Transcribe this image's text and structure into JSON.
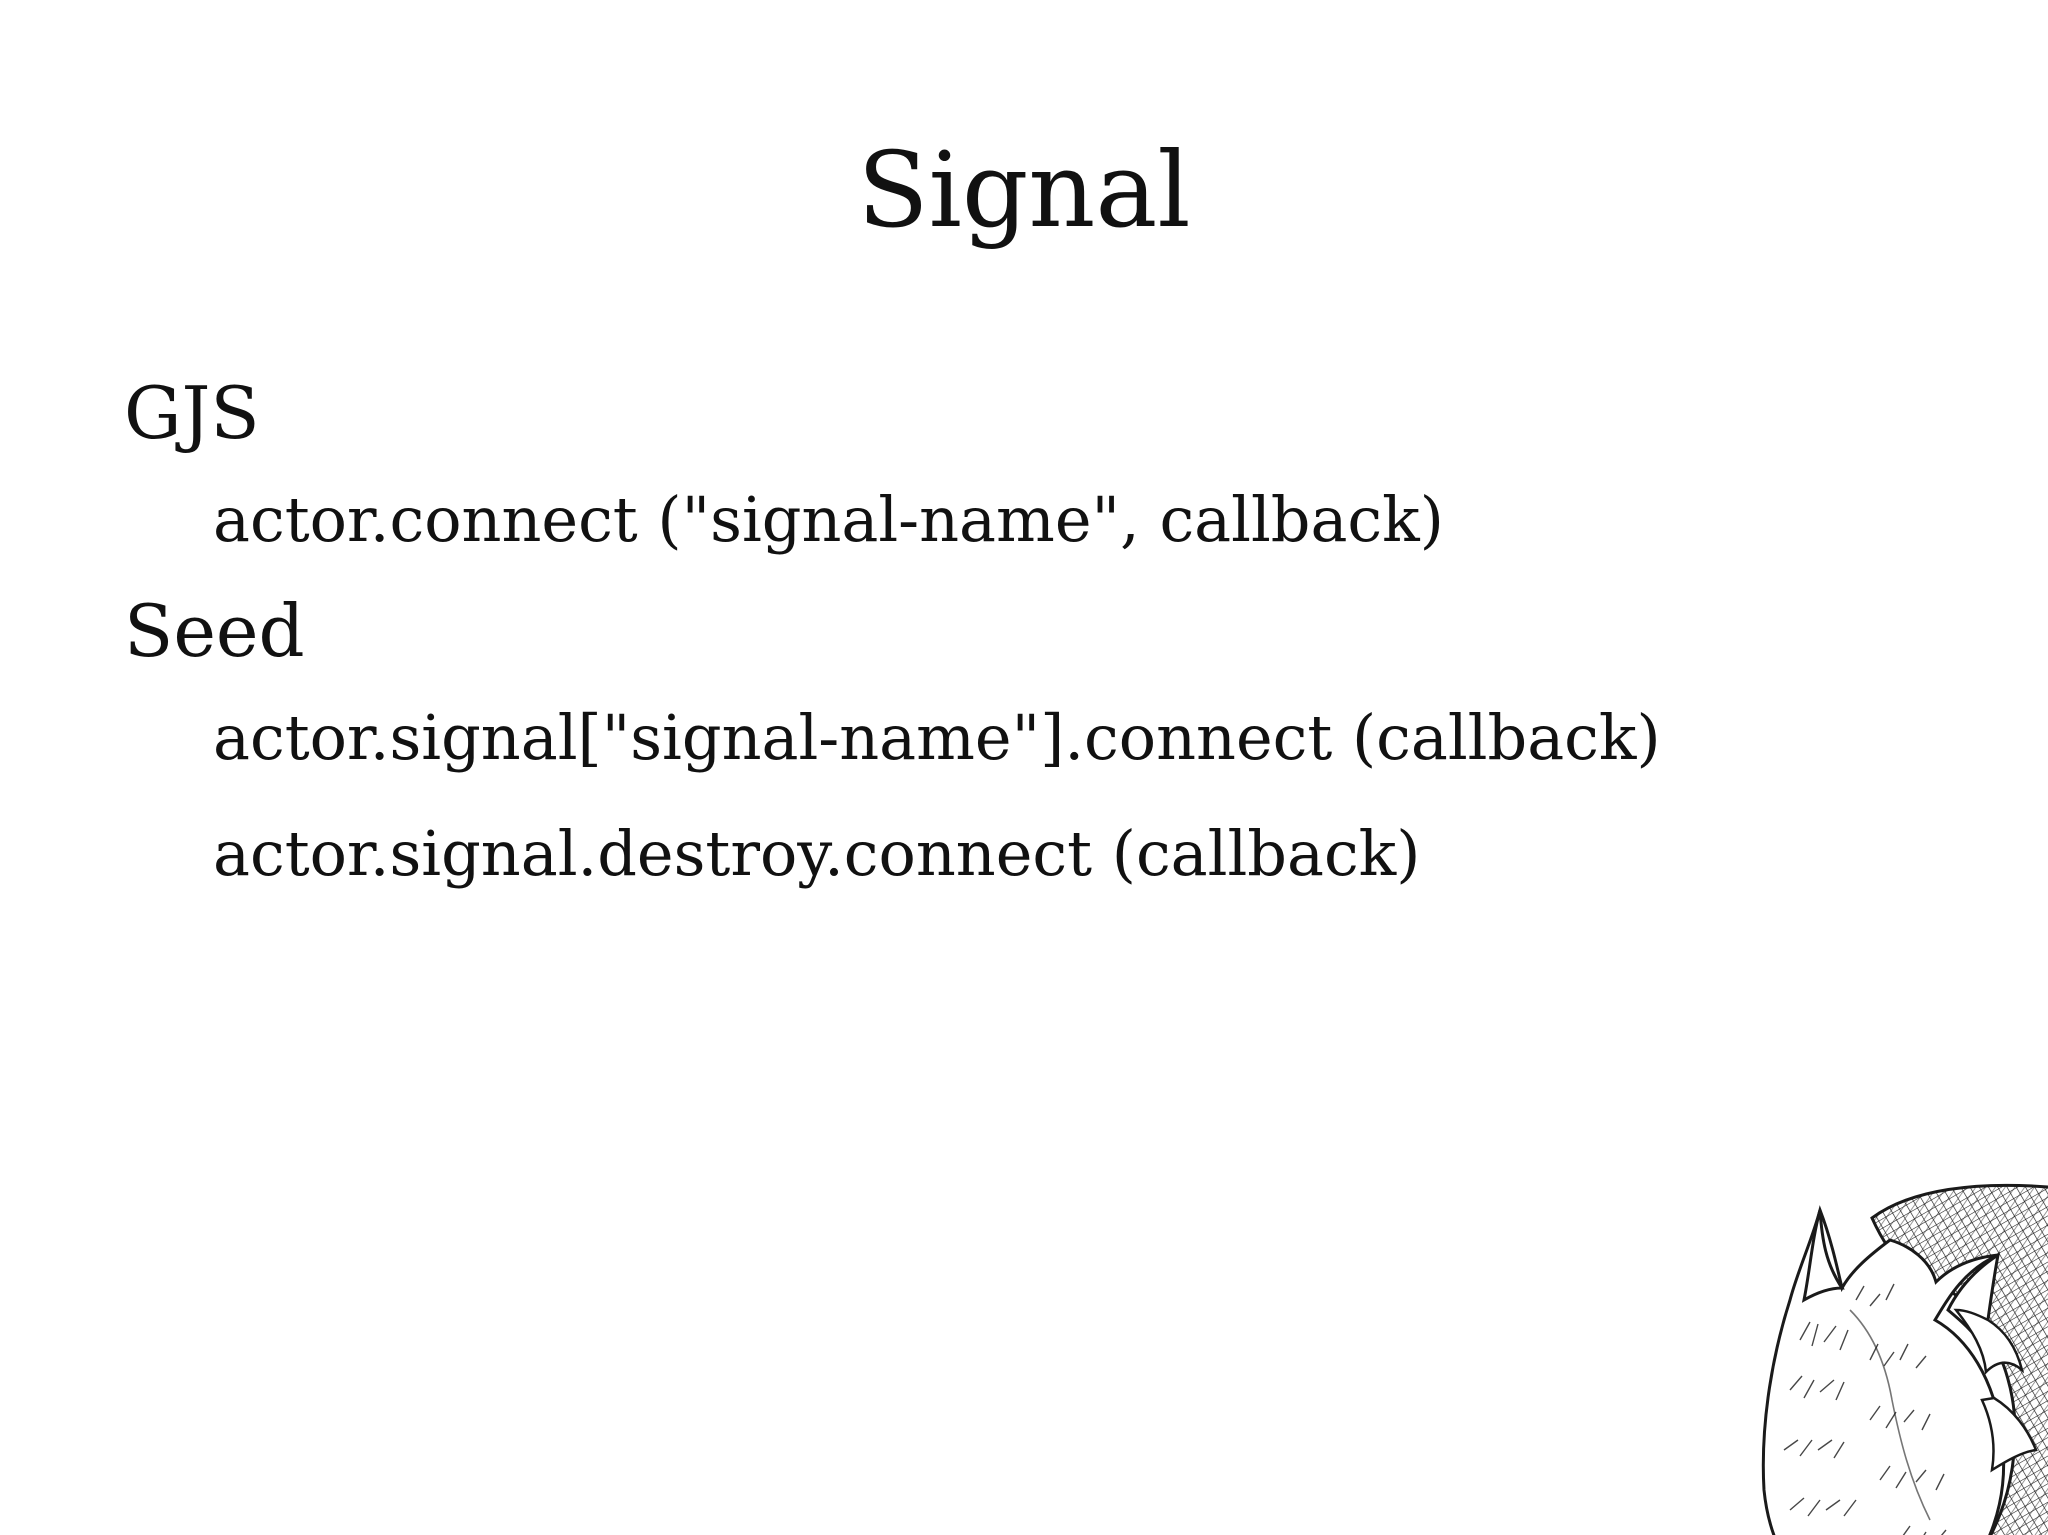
{
  "slide": {
    "title": "Signal",
    "sections": [
      {
        "heading": "GJS",
        "lines": [
          "actor.connect (\"signal-name\", callback)"
        ]
      },
      {
        "heading": "Seed",
        "lines": [
          "actor.signal[\"signal-name\"].connect (callback)",
          "actor.signal.destroy.connect (callback)"
        ]
      }
    ]
  },
  "decoration": {
    "icon": "fox-mascot-icon",
    "ink_color": "#1a1a1a"
  }
}
